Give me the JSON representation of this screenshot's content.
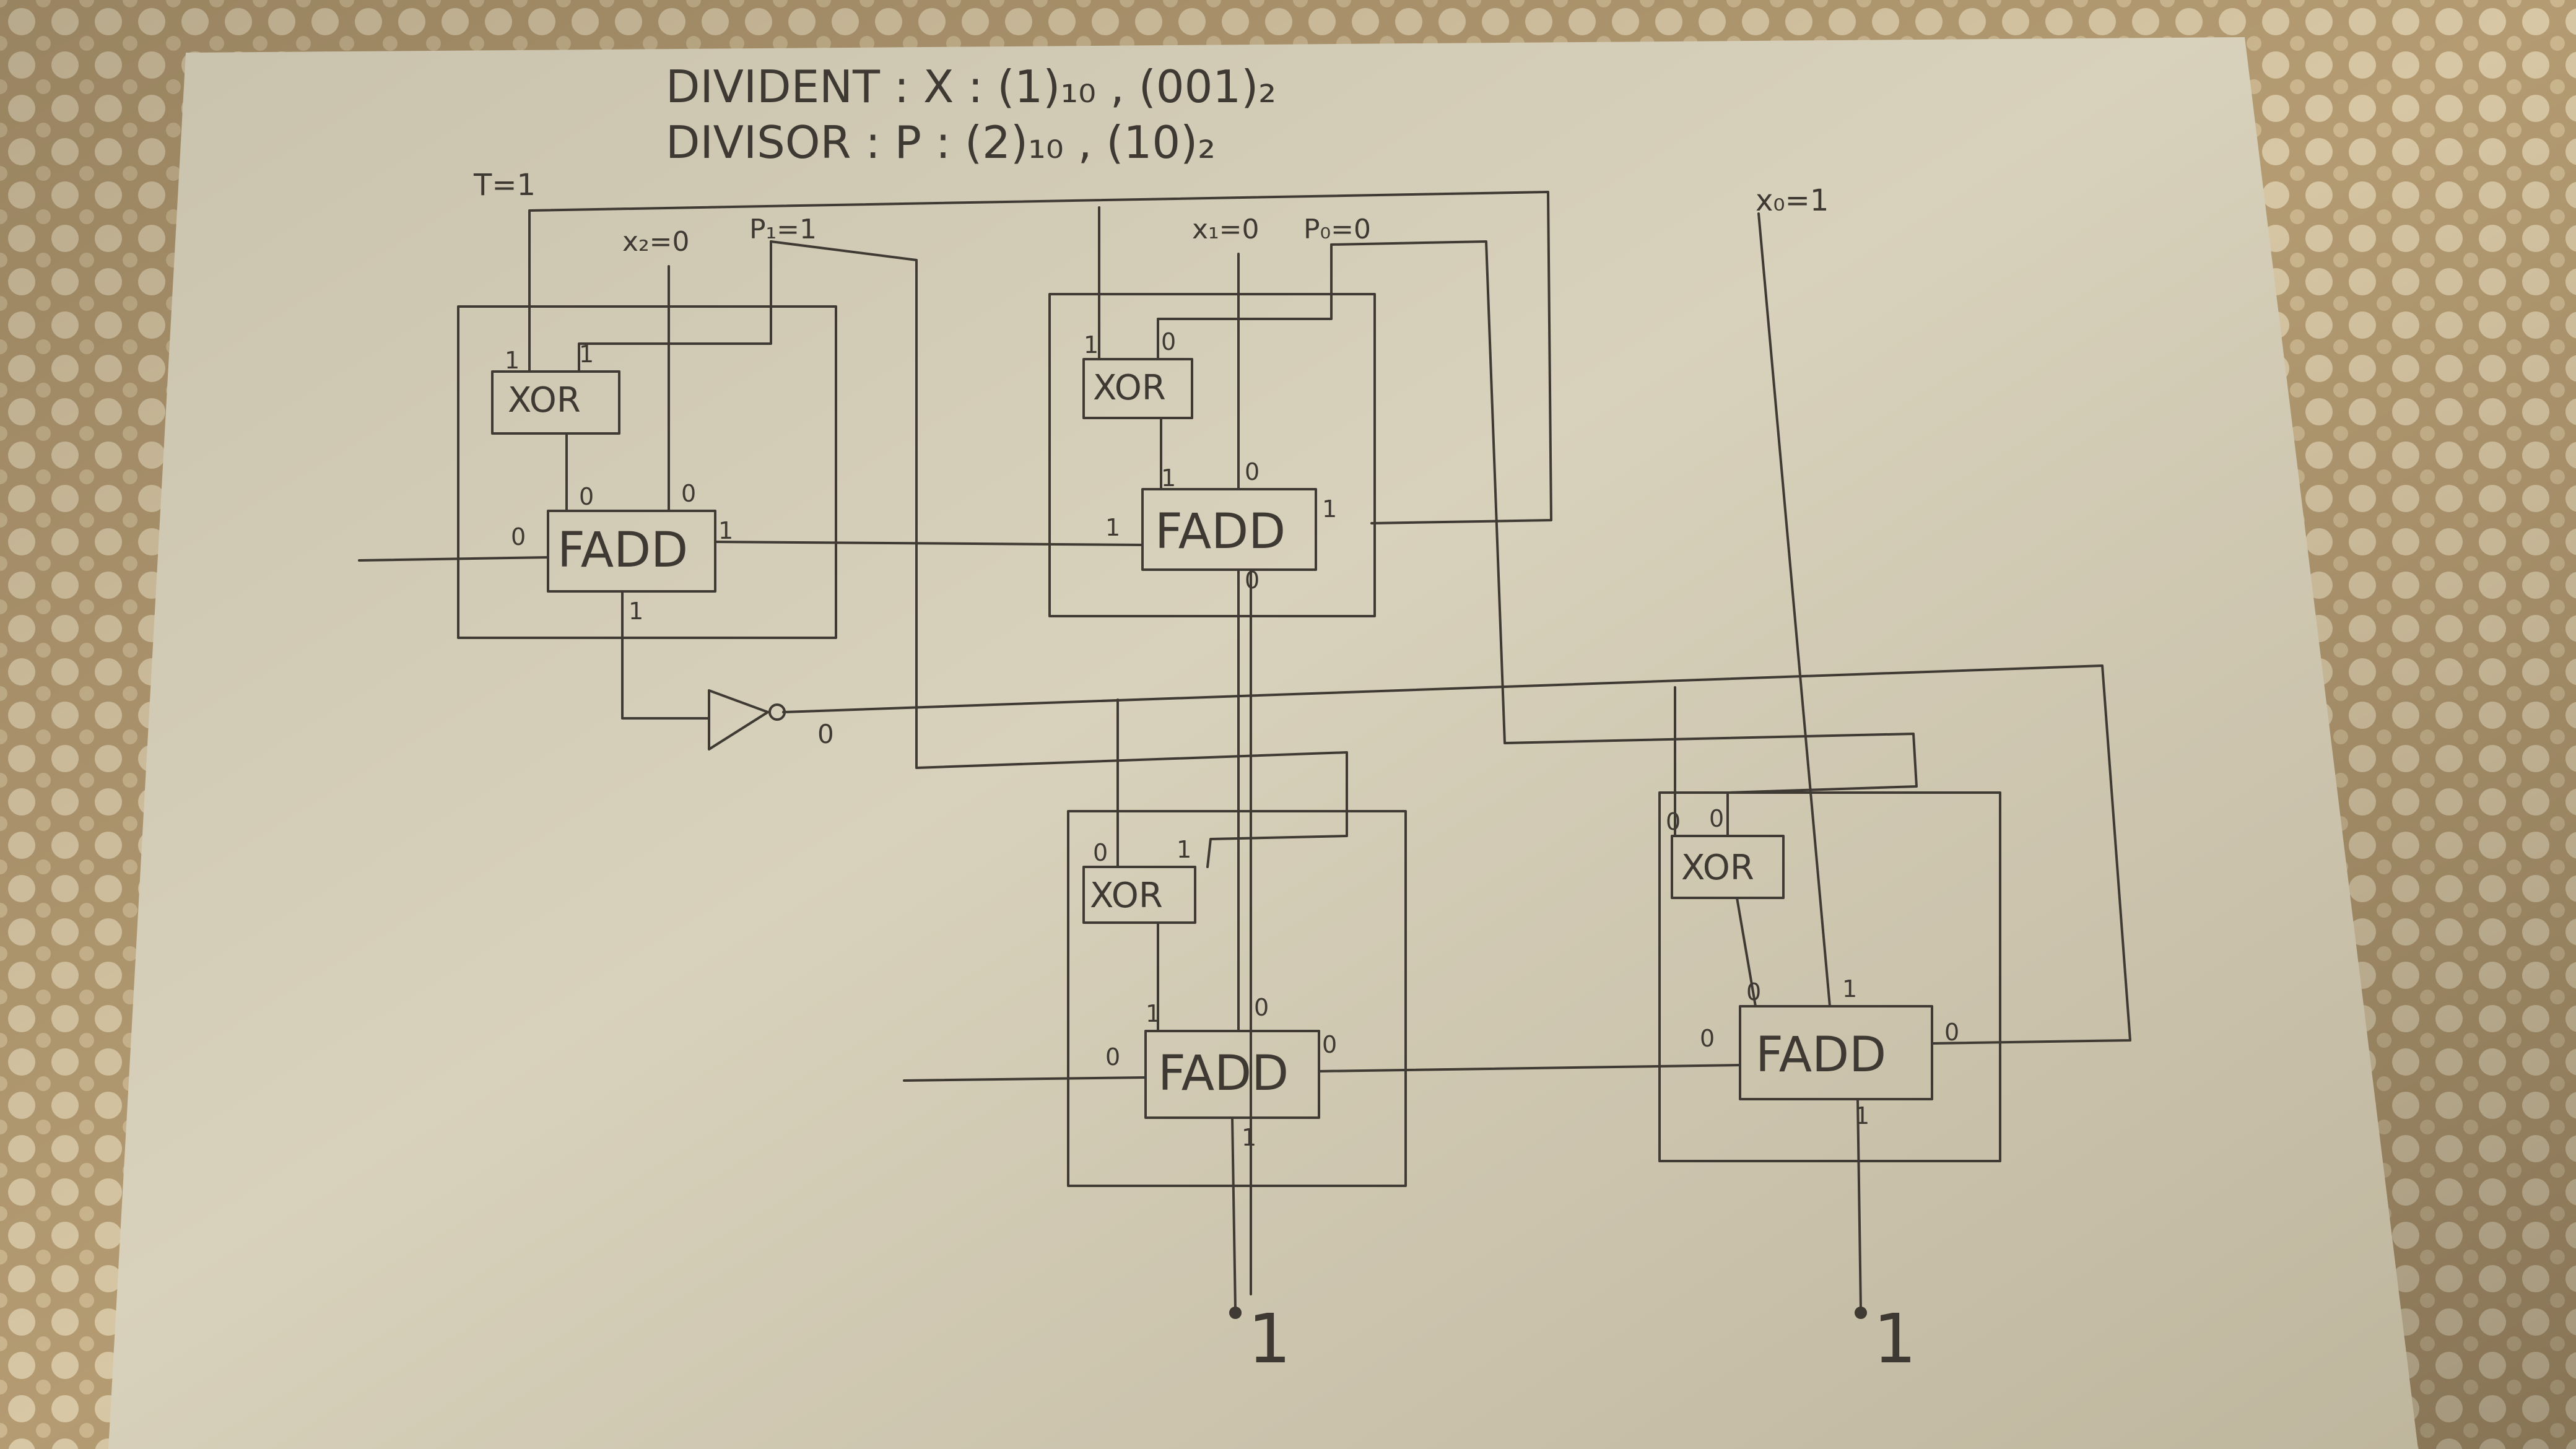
{
  "header": {
    "dividend_line": "DIVIDENT : X : (1)₁₀ , (001)₂",
    "divisor_line": "DIVISOR : P : (2)₁₀ , (10)₂"
  },
  "inputs": {
    "t": "T=1",
    "x2": "x₂=0",
    "p1": "P₁=1",
    "x1": "x₁=0",
    "p0": "P₀=0",
    "x0": "x₀=1"
  },
  "cells": {
    "top_left": {
      "xor_label": "XOR",
      "fadd_label": "FADD",
      "xor_in_a": "1",
      "xor_in_b": "1",
      "fadd_in_a": "0",
      "fadd_in_b": "0",
      "carry_in": "0",
      "carry_out": "1",
      "sum": "1"
    },
    "top_right": {
      "xor_label": "XOR",
      "fadd_label": "FADD",
      "xor_in_a": "1",
      "xor_in_b": "0",
      "fadd_in_a": "1",
      "fadd_in_b": "0",
      "carry_in": "1",
      "carry_out": "1",
      "sum": "0"
    },
    "bottom_left": {
      "xor_label": "XOR",
      "fadd_label": "FADD",
      "xor_in_a": "0",
      "xor_in_b": "1",
      "fadd_in_a": "1",
      "fadd_in_b": "0",
      "carry_in": "0",
      "carry_out": "0",
      "sum": "1"
    },
    "bottom_right": {
      "xor_label": "XOR",
      "fadd_label": "FADD",
      "xor_in_a": "0",
      "xor_in_b": "0",
      "fadd_in_a": "0",
      "fadd_in_b": "1",
      "carry_in": "0",
      "carry_out": "0",
      "sum": "1"
    }
  },
  "inverter_output": "0",
  "outputs": {
    "q1": "1",
    "q0": "1"
  }
}
